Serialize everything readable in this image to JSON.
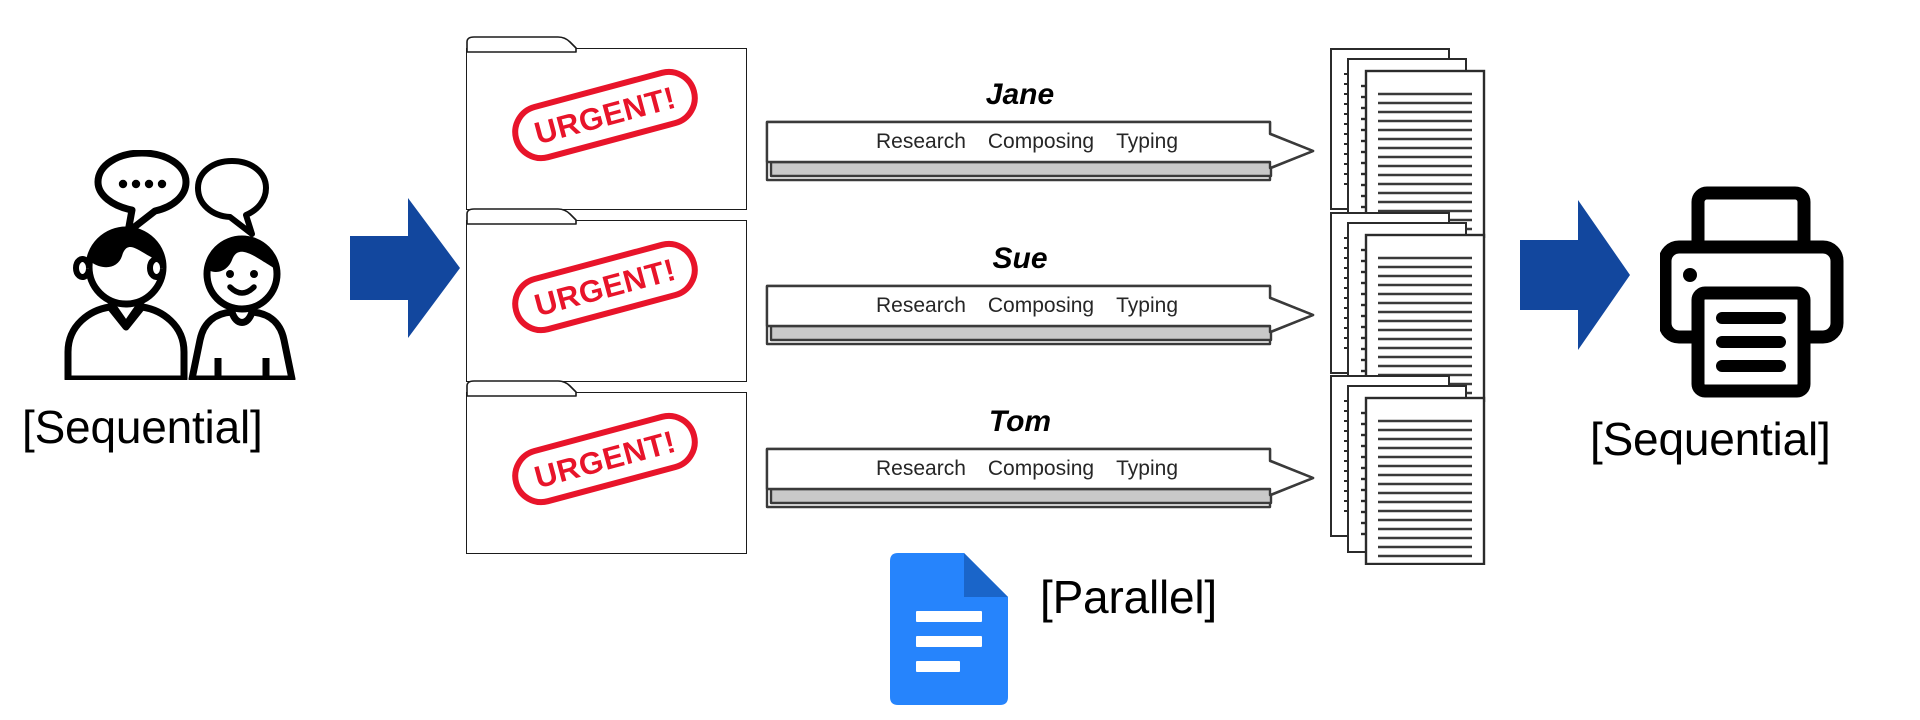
{
  "diagram": {
    "title": "Sequential and parallel document production workflow",
    "colors": {
      "arrow_blue": "#12479E",
      "stamp_red": "#E8142A",
      "gdocs_blue": "#2684FC",
      "pipeline_gray": "#C9C9C9",
      "outline_black": "#1B1B1B"
    },
    "labels": {
      "sequential_left": "[Sequential]",
      "parallel": "[Parallel]",
      "sequential_right": "[Sequential]"
    },
    "icons": {
      "people": "people-talking-icon",
      "arrow_in": "blue-right-arrow-icon",
      "arrow_out": "blue-right-arrow-icon",
      "gdocs": "google-docs-icon",
      "printer": "printer-icon"
    },
    "folders": [
      {
        "stamp": "URGENT!"
      },
      {
        "stamp": "URGENT!"
      },
      {
        "stamp": "URGENT!"
      }
    ],
    "process_rows": [
      {
        "worker": "Jane",
        "tasks": [
          "Research",
          "Composing",
          "Typing"
        ],
        "output": "document-stack"
      },
      {
        "worker": "Sue",
        "tasks": [
          "Research",
          "Composing",
          "Typing"
        ],
        "output": "document-stack"
      },
      {
        "worker": "Tom",
        "tasks": [
          "Research",
          "Composing",
          "Typing"
        ],
        "output": "document-stack"
      }
    ]
  }
}
